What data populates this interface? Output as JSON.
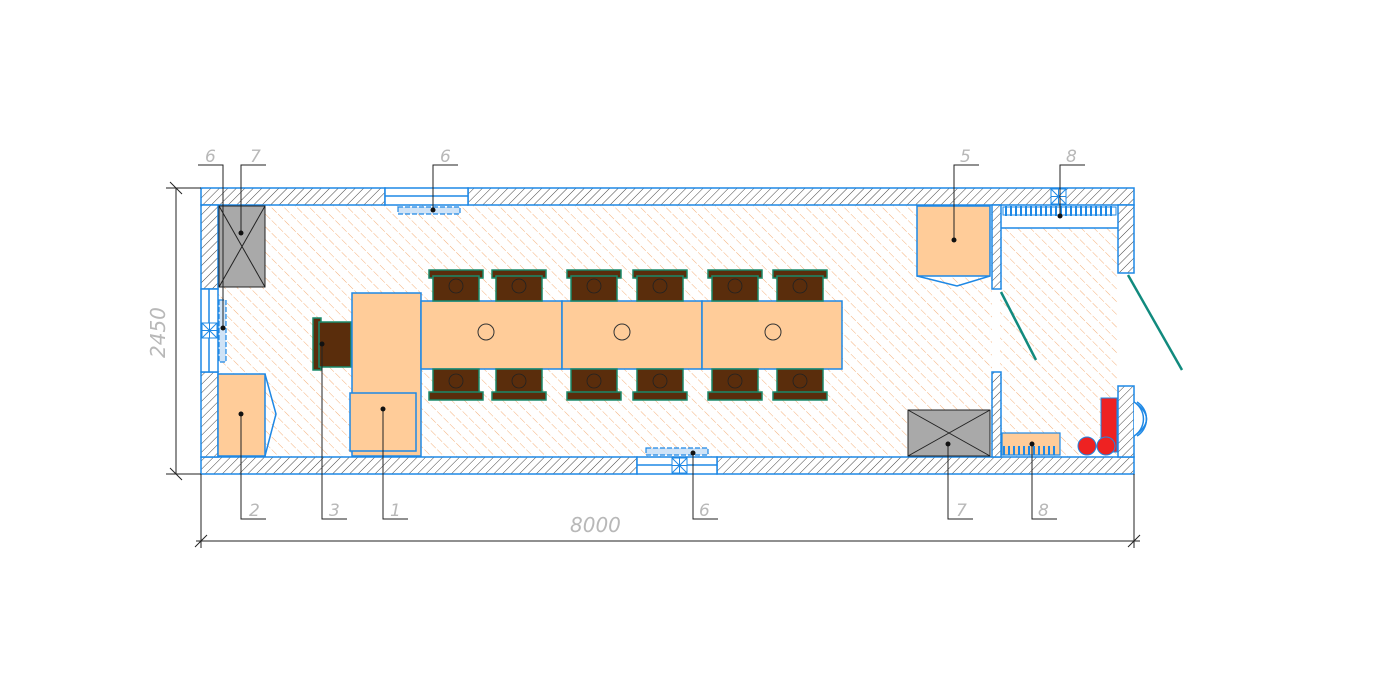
{
  "dimensions": {
    "width_label": "8000",
    "height_label": "2450"
  },
  "callouts": {
    "top": [
      {
        "text": "6"
      },
      {
        "text": "7"
      },
      {
        "text": "6"
      },
      {
        "text": "5"
      },
      {
        "text": "8"
      }
    ],
    "bottom": [
      {
        "text": "2"
      },
      {
        "text": "3"
      },
      {
        "text": "1"
      },
      {
        "text": "6"
      },
      {
        "text": "7"
      },
      {
        "text": "8"
      }
    ]
  },
  "colors": {
    "wall_outline": "#1e88e5",
    "floor_hatch": "#f5b07a",
    "furniture_fill": "#ffcc99",
    "chair_fill": "#5a2d0c",
    "chair_outline": "#1a8a6a",
    "equipment_gray": "#a9a9a9",
    "door_line": "#118a7e",
    "accent_red": "#ee2222",
    "label_gray": "#b8b8b8"
  }
}
